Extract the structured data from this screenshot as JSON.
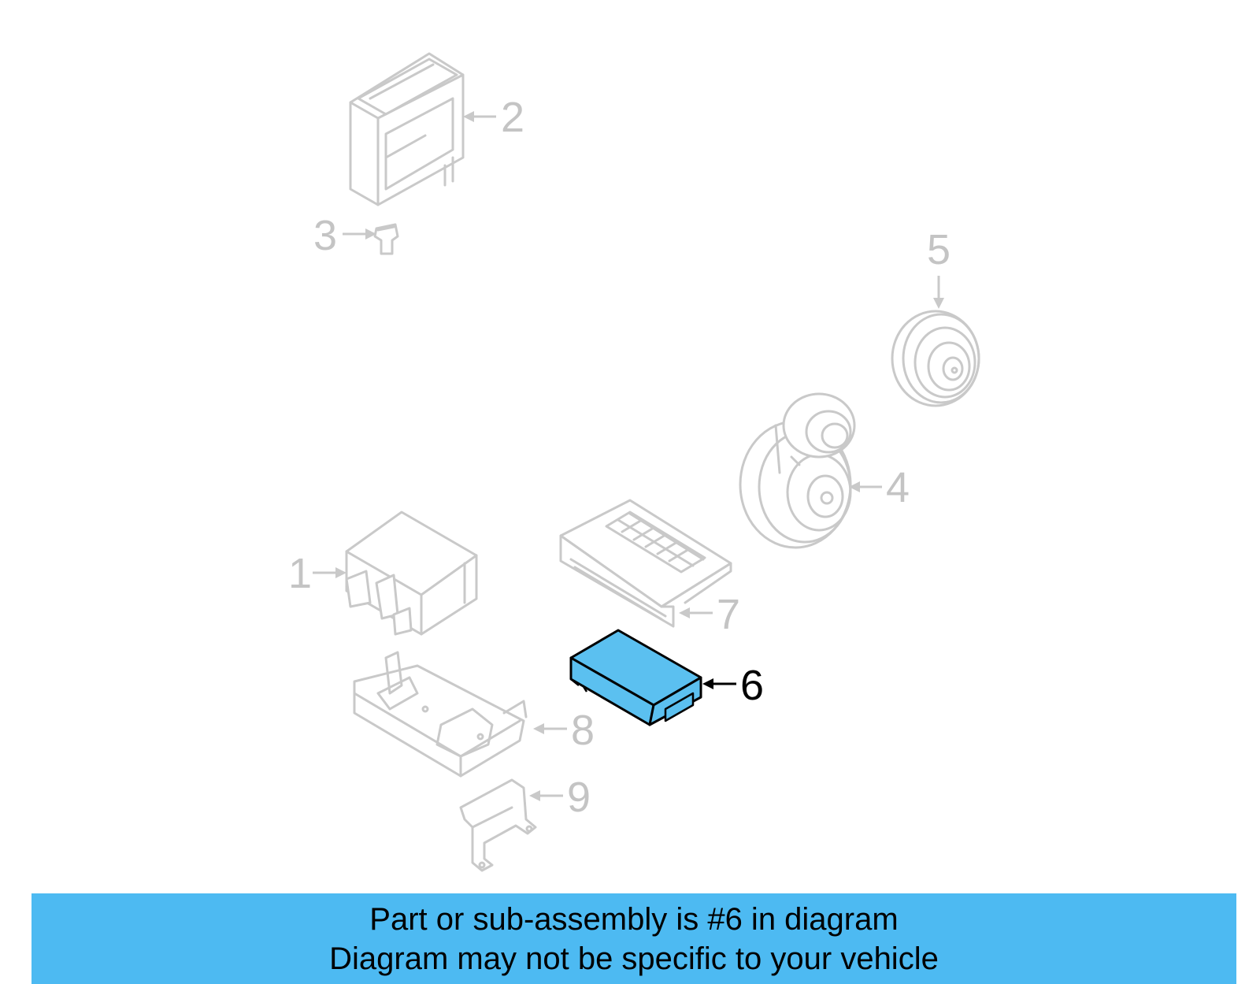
{
  "callouts": [
    {
      "number": "1",
      "highlighted": false,
      "part_name": ""
    },
    {
      "number": "2",
      "highlighted": false,
      "part_name": ""
    },
    {
      "number": "3",
      "highlighted": false,
      "part_name": ""
    },
    {
      "number": "4",
      "highlighted": false,
      "part_name": ""
    },
    {
      "number": "5",
      "highlighted": false,
      "part_name": ""
    },
    {
      "number": "6",
      "highlighted": true,
      "part_name": ""
    },
    {
      "number": "7",
      "highlighted": false,
      "part_name": ""
    },
    {
      "number": "8",
      "highlighted": false,
      "part_name": ""
    },
    {
      "number": "9",
      "highlighted": false,
      "part_name": ""
    }
  ],
  "colors": {
    "highlight_fill": "#5bc0f0",
    "dim_line": "#c9c9c9",
    "banner_background": "#4dbaf2"
  },
  "banner": {
    "line1": "Part or sub-assembly is #6 in diagram",
    "line2": "Diagram may not be specific to your vehicle"
  }
}
